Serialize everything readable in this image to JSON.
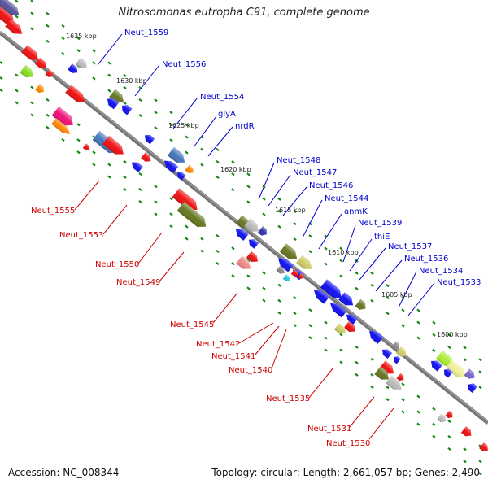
{
  "title": "Nitrosomonas eutropha C91, complete genome",
  "accession": "Accession: NC_008344",
  "summary": "Topology: circular; Length: 2,661,057 bp; Genes: 2,490",
  "colors": {
    "top_labels": "#0000cc",
    "bottom_labels": "#cc0000",
    "axis": "#777777",
    "dots": "#118811"
  },
  "kbp_ticks": [
    "1635 kbp",
    "1630 kbp",
    "1625 kbp",
    "1620 kbp",
    "1615 kbp",
    "1610 kbp",
    "1605 kbp",
    "1600 kbp"
  ],
  "top_labels": [
    "Neut_1559",
    "Neut_1556",
    "Neut_1554",
    "glyA",
    "nrdR",
    "Neut_1548",
    "Neut_1547",
    "Neut_1546",
    "Neut_1544",
    "anmK",
    "Neut_1539",
    "thiE",
    "Neut_1537",
    "Neut_1536",
    "Neut_1534",
    "Neut_1533"
  ],
  "bottom_labels": [
    "Neut_1555",
    "Neut_1553",
    "Neut_1550",
    "Neut_1549",
    "Neut_1545",
    "Neut_1542",
    "Neut_1541",
    "Neut_1540",
    "Neut_1535",
    "Neut_1531",
    "Neut_1530"
  ]
}
